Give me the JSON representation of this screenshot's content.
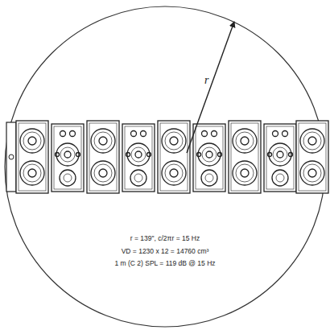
{
  "diagram": {
    "labels": [
      "r",
      "r = 139\", c/2πr = 15 Hz",
      "VD = 1230 x 12 = 14760 cm³",
      "1 m (C 2) SPL = 119 dB @ 15 Hz"
    ]
  }
}
